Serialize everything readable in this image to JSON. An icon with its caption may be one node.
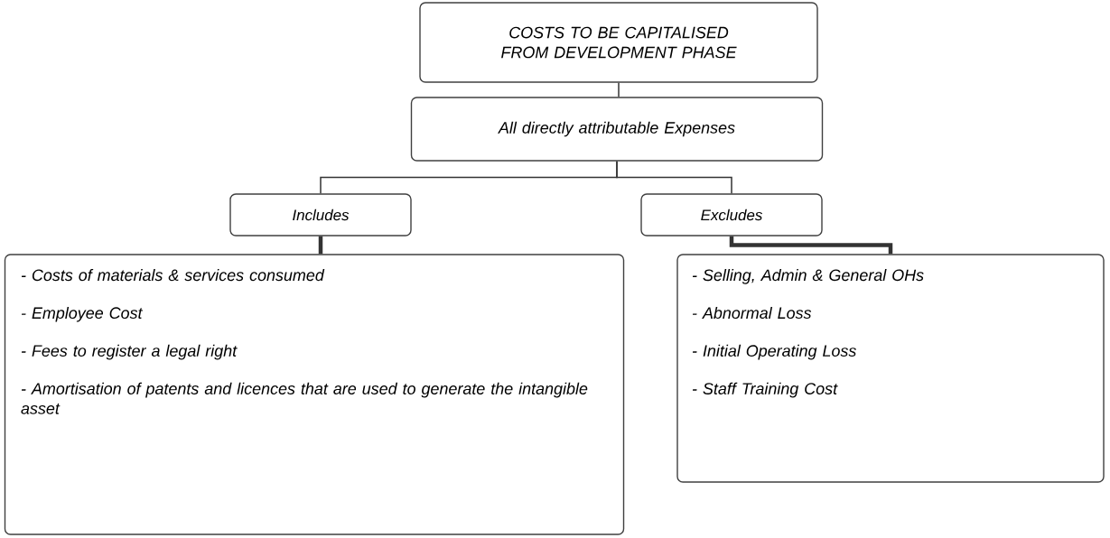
{
  "diagram": {
    "nodes": [
      {
        "text": [
          "COSTS TO BE CAPITALISED FROM DEVELOPMENT PHASE"
        ]
      },
      {
        "text": [
          "All directly attributable Expenses"
        ]
      },
      {
        "text": [
          "Includes"
        ]
      },
      {
        "text": [
          "Excludes"
        ]
      },
      {
        "text": [
          "- Costs of materials & services consumed",
          "- Employee Cost",
          "- Fees to register a legal right",
          "- Amortisation of patents and licences that are used to generate the intangible asset"
        ]
      },
      {
        "text": [
          "- Selling, Admin & General OHs",
          "- Abnormal Loss",
          "- Initial Operating Loss",
          "- Staff Training Cost"
        ]
      }
    ],
    "edges": [
      {
        "from": 0,
        "to": 1,
        "arrow": "none"
      },
      {
        "from": 1,
        "to": 2,
        "arrow": "none"
      },
      {
        "from": 1,
        "to": 3,
        "arrow": "none"
      },
      {
        "from": 2,
        "to": 4,
        "arrow": "none",
        "style": "thick"
      },
      {
        "from": 3,
        "to": 5,
        "arrow": "none",
        "style": "thick"
      }
    ]
  }
}
